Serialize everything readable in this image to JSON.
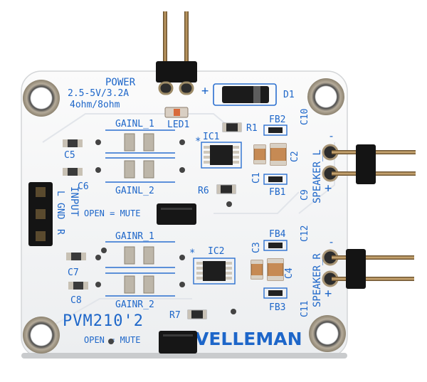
{
  "board": {
    "power_title": "POWER",
    "power_range": "2.5-5V/3.2A",
    "power_impedance": "4ohm/8ohm",
    "model": "PVM210'2",
    "brand": "VELLEMAN",
    "open_mute_top": "OPEN = MUTE",
    "open_mute_bottom": "OPEN = MUTE",
    "input_label": "INPUT",
    "input_pins": [
      "L",
      "GND",
      "R"
    ],
    "speaker_left": "SPEAKER_L",
    "speaker_right": "SPEAKER_R",
    "plus": "+",
    "minus": "-",
    "gain_labels": [
      "GAINL_1",
      "GAINL_2",
      "GAINR_1",
      "GAINR_2"
    ],
    "refs": {
      "d1": "D1",
      "r1": "R1",
      "led1": "LED1",
      "ic1": "IC1",
      "ic2": "IC2",
      "c1": "C1",
      "c2": "C2",
      "c3": "C3",
      "c4": "C4",
      "c5": "C5",
      "c6": "C6",
      "c7": "C7",
      "c8": "C8",
      "c9": "C9",
      "c10": "C10",
      "c11": "C11",
      "c12": "C12",
      "fb1": "FB1",
      "fb2": "FB2",
      "fb3": "FB3",
      "fb4": "FB4",
      "r6": "R6",
      "r7": "R7",
      "star": "*"
    }
  },
  "colors": {
    "board": "#f6f7f8",
    "silkscreen": "#1d66c9",
    "pad_metal": "#b9b2a6",
    "header_plastic": "#141414",
    "pin_metal": "#8a6a3c"
  }
}
